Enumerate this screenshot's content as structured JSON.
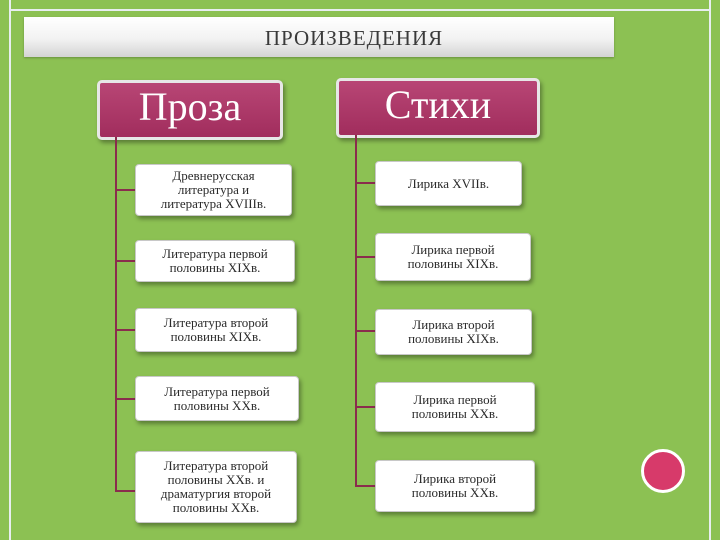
{
  "title": "ПРОИЗВЕДЕНИЯ",
  "columns": [
    {
      "header": "Проза",
      "items": [
        "Древнерусская\nлитература и\nлитература XVIIIв.",
        "Литература первой\nполовины XIXв.",
        "Литература второй\nполовины XIXв.",
        "Литература первой\nполовины XXв.",
        "Литература второй\nполовины XXв. и\nдраматургия второй\nполовины XXв."
      ]
    },
    {
      "header": "Стихи",
      "items": [
        "Лирика XVIIв.",
        "Лирика первой\nполовины XIXв.",
        "Лирика второй\nполовины XIXв.",
        "Лирика первой\nполовины XXв.",
        "Лирика второй\nполовины XXв."
      ]
    }
  ],
  "colors": {
    "background": "#8cc153",
    "header": "#a12d5d",
    "connector": "#8a2d4d",
    "accent_circle": "#d73a6a"
  }
}
